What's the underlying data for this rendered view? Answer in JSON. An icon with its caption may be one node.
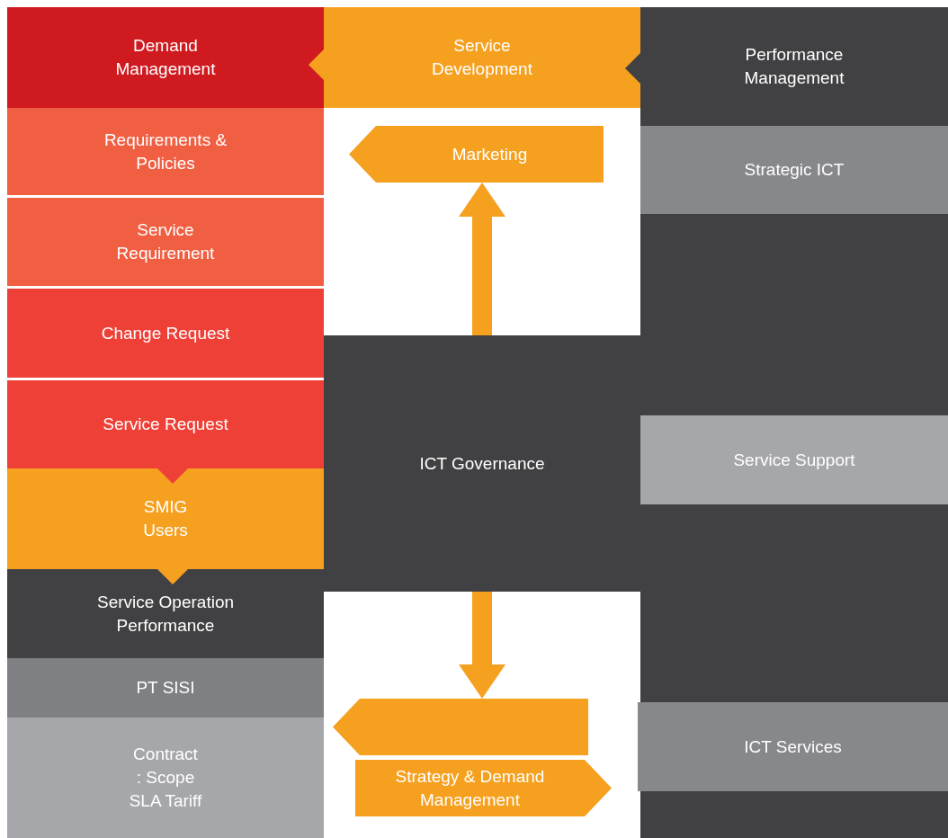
{
  "diagram": {
    "nodes": [
      {
        "text": [
          "Demand Management"
        ]
      },
      {
        "text": [
          "Service Development"
        ]
      },
      {
        "text": [
          "Performance Management"
        ]
      },
      {
        "text": [
          "Requirements & Policies"
        ]
      },
      {
        "text": [
          "Service Requirement"
        ]
      },
      {
        "text": [
          "Change Request"
        ]
      },
      {
        "text": [
          "Service Request"
        ]
      },
      {
        "text": [
          "SMIG Users"
        ]
      },
      {
        "text": [
          "Service Operation Performance"
        ]
      },
      {
        "text": [
          "PT SISI"
        ]
      },
      {
        "text": [
          "Contract : Scope SLA Tariff"
        ]
      },
      {
        "text": [
          "Marketing"
        ]
      },
      {
        "text": [
          "Strategic ICT"
        ]
      },
      {
        "text": [
          "ICT Governance"
        ]
      },
      {
        "text": [
          "Service Support"
        ]
      },
      {
        "text": [],
        "shape": "arrow"
      },
      {
        "text": [
          "Strategy & Demand Management"
        ]
      },
      {
        "text": [
          "ICT Services"
        ]
      }
    ],
    "edges": [
      {
        "from": 13,
        "to": 11,
        "arrow": "to"
      },
      {
        "from": 13,
        "to": 15,
        "arrow": "to"
      }
    ]
  }
}
